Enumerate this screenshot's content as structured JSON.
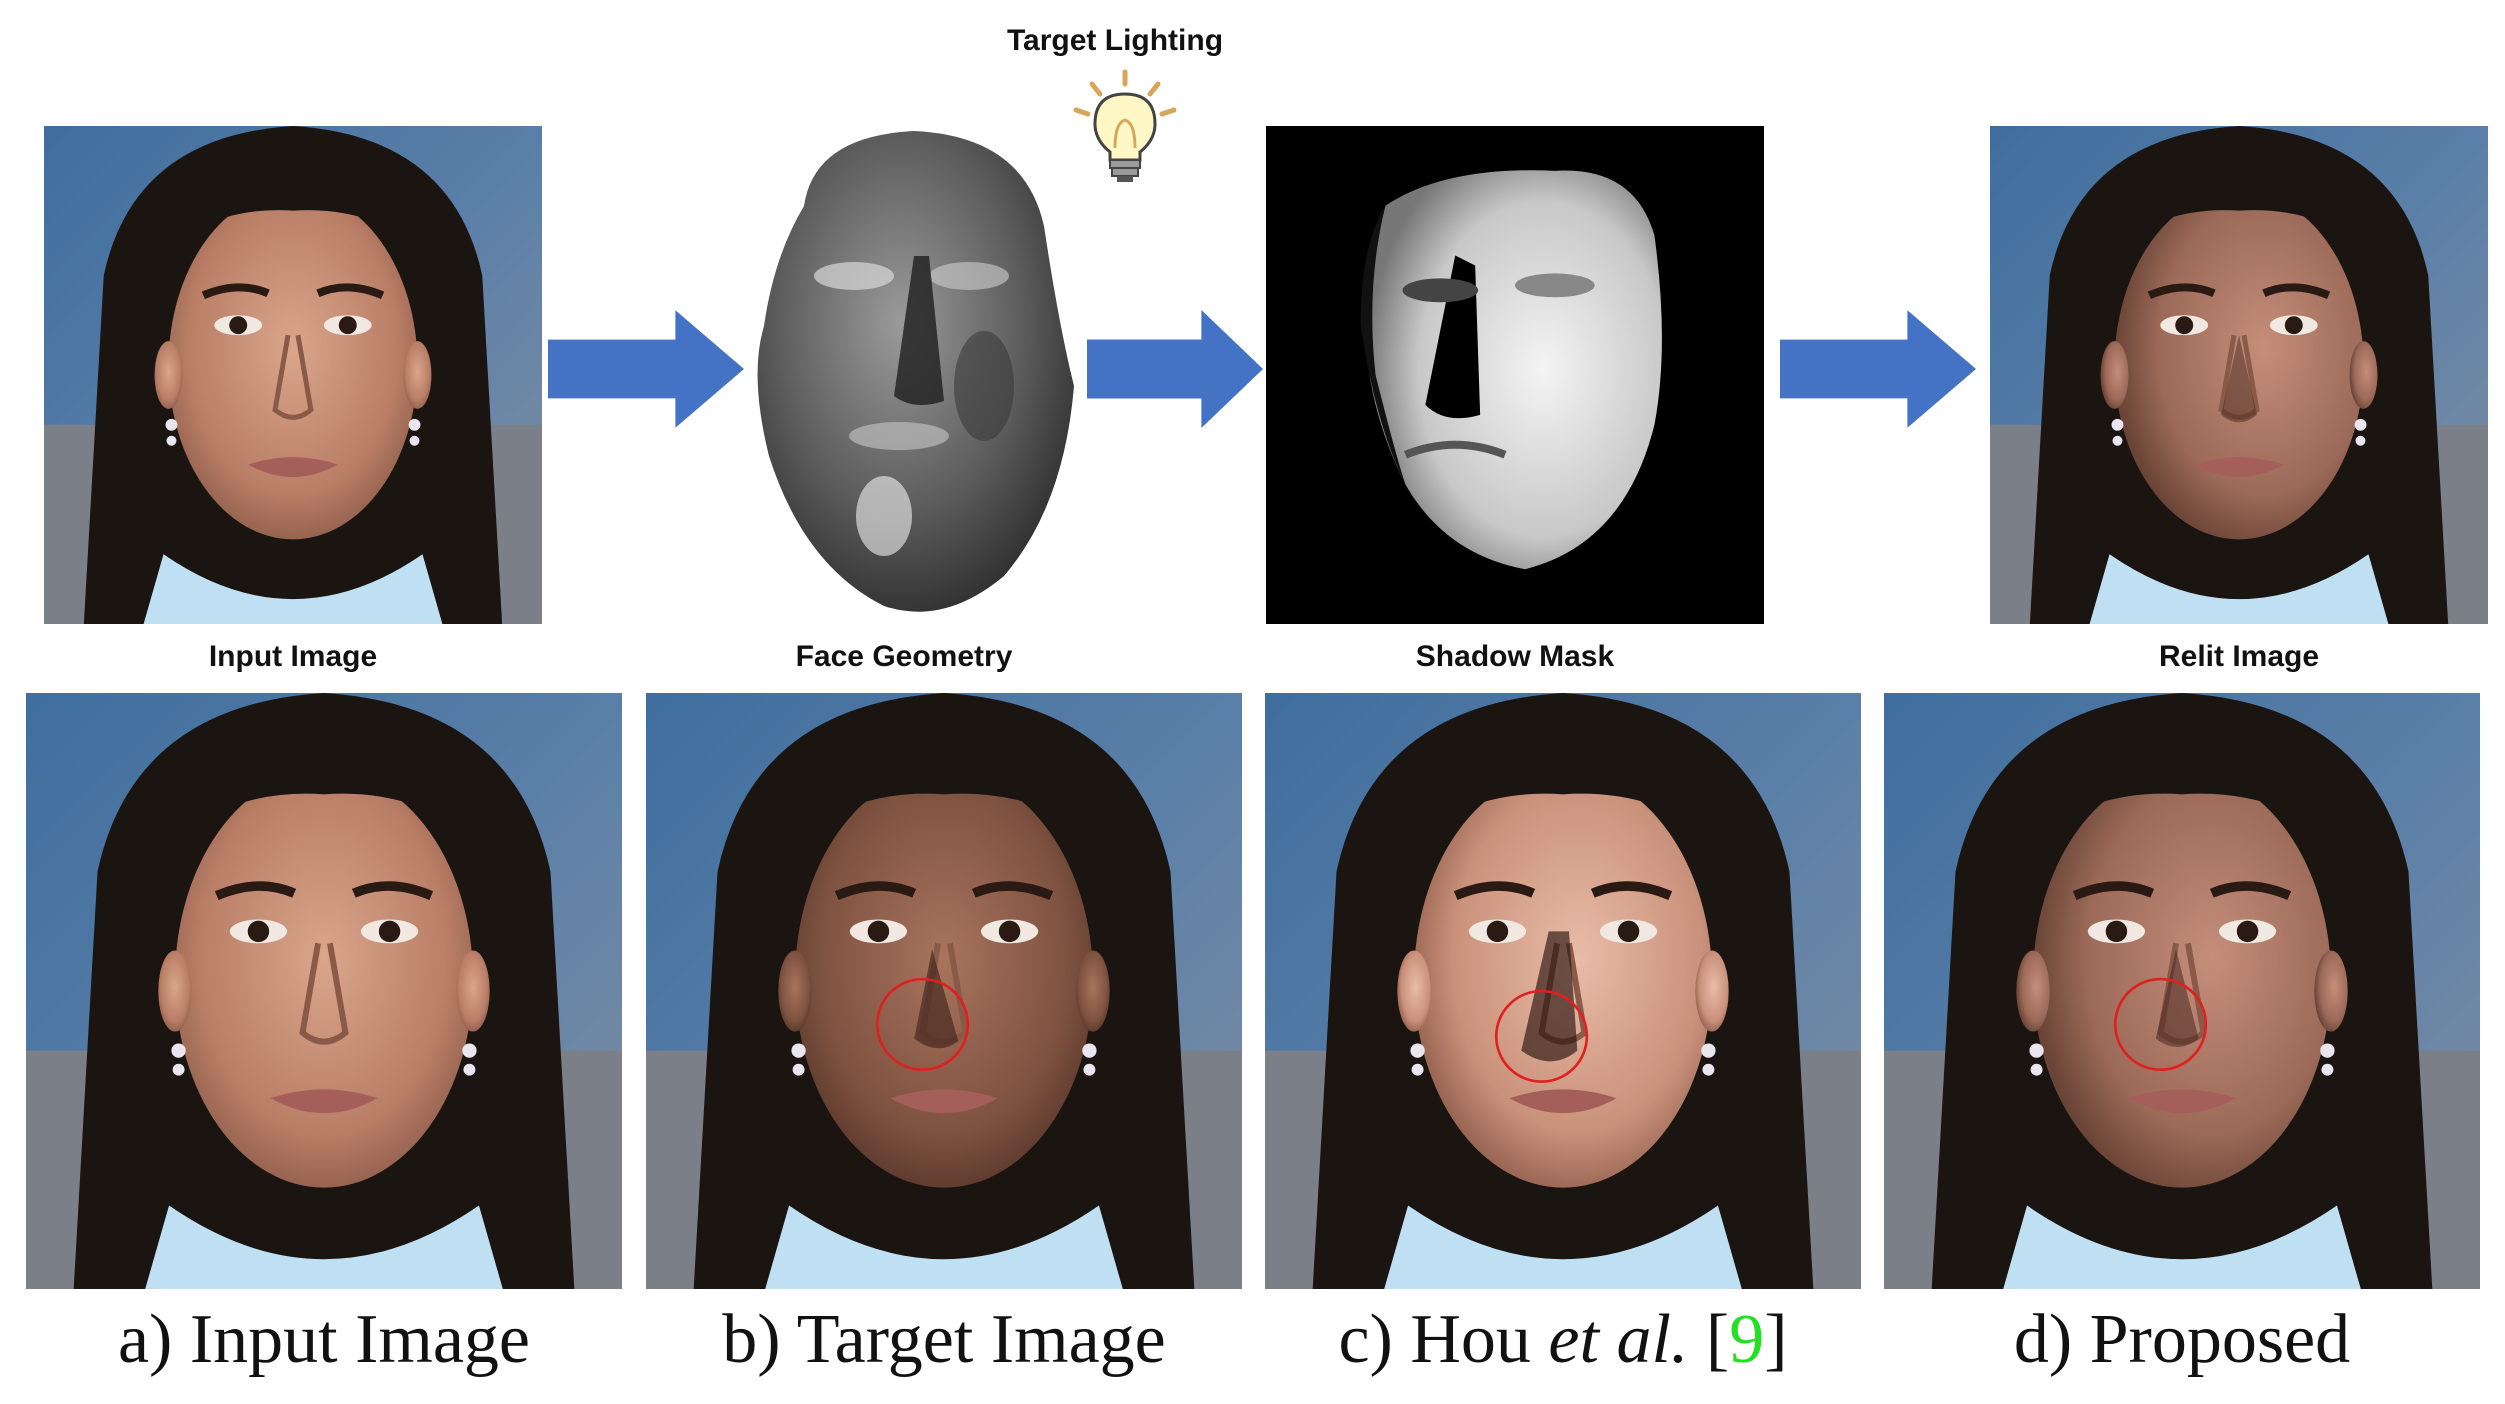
{
  "top_row": {
    "input_label": "Input Image",
    "geometry_label": "Face Geometry",
    "lighting_label": "Target Lighting",
    "shadow_label": "Shadow Mask",
    "relit_label": "Relit Image"
  },
  "captions": {
    "a": "a) Input Image",
    "b": "b) Target Image",
    "c_prefix": "c) Hou ",
    "c_italic": "et al.",
    "c_open": " [",
    "c_ref": "9",
    "c_close": "]",
    "d": "d) Proposed"
  },
  "colors": {
    "arrow": "#4472c4",
    "highlight_circle": "#e02020",
    "reference_link": "#22e022"
  },
  "icons": [
    "lightbulb-icon",
    "arrow-right-icon"
  ]
}
